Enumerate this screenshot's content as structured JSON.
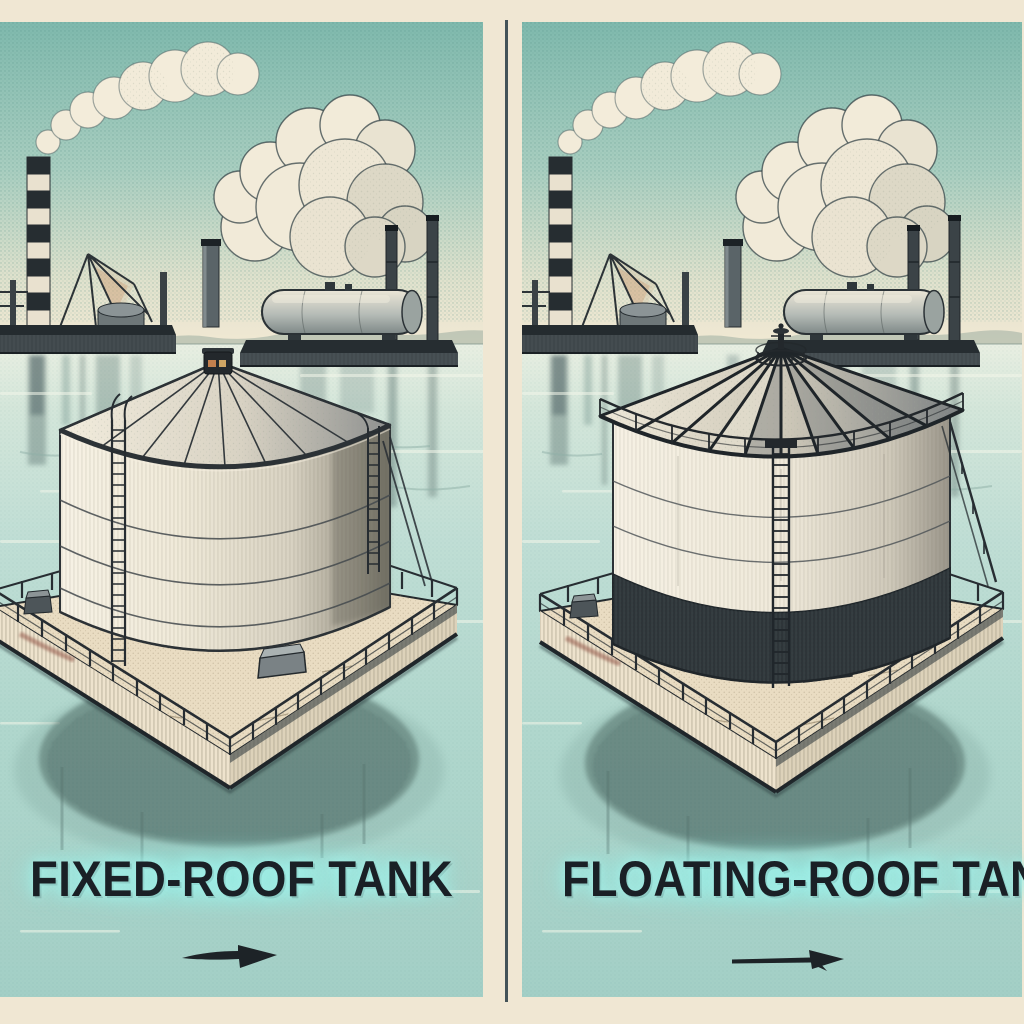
{
  "title": "Fixed-Roof vs Floating-Roof storage tank comparison illustration",
  "panels": [
    {
      "id": "fixed-roof",
      "label": "FIXED-ROOF TANK",
      "arrow_icon": "right-arrow",
      "tank_type": "fixed cone roof tank on floating platform"
    },
    {
      "id": "floating-roof",
      "label": "FLOATING-ROOF TANK",
      "arrow_icon": "right-arrow",
      "tank_type": "ribbed roof tank with rim railing on floating platform"
    }
  ],
  "scene": {
    "background_icons": [
      "striped-smokestack-icon",
      "smoke-plume-icon",
      "dock-crane-icon",
      "slim-smokestack-icon",
      "cumulus-smoke-cloud-icon",
      "bullet-tank-barge-icon",
      "exhaust-stack-icon"
    ],
    "colors": {
      "paper_border": "#f0e7d3",
      "sky_teal": "#7fb9ad",
      "horizon_cream": "#f3e9d4",
      "water_aqua": "#a3cfc6",
      "ink": "#23292d",
      "deck_cream": "#e9dcc2",
      "label_text": "#1a2026",
      "label_glow": "#96f1e9",
      "divider": "#31424a"
    }
  }
}
